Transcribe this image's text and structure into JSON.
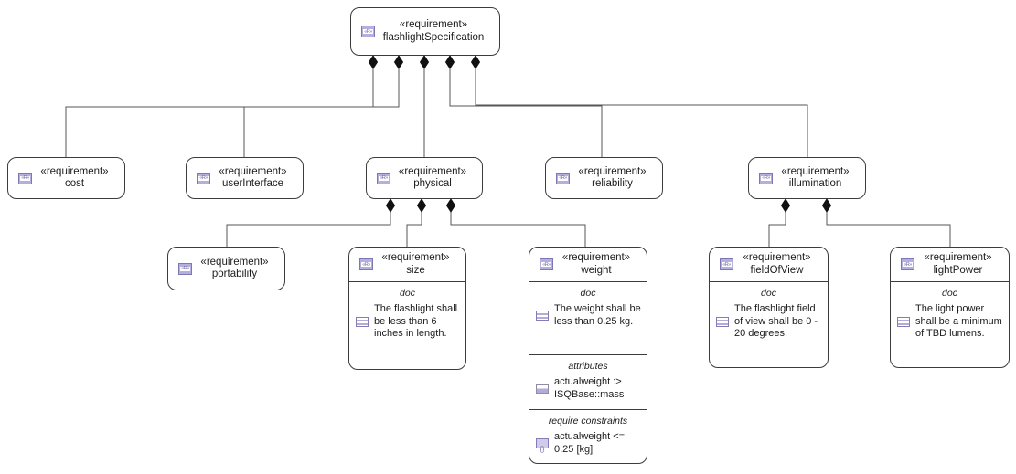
{
  "diagram": {
    "stereotype": "«requirement»",
    "icon_glyph": "«R»",
    "labels": {
      "doc": "doc",
      "attributes": "attributes",
      "require_constraints": "require constraints"
    },
    "colors": {
      "node_border": "#3c3c3c",
      "connector_line": "#555555",
      "diamond_fill": "#111111",
      "icon_purple_border": "#7e77b6",
      "icon_purple_fill": "#b5afdd"
    },
    "nodes": {
      "flashlightSpecification": {
        "name": "flashlightSpecification"
      },
      "cost": {
        "name": "cost"
      },
      "userInterface": {
        "name": "userInterface"
      },
      "physical": {
        "name": "physical"
      },
      "reliability": {
        "name": "reliability"
      },
      "illumination": {
        "name": "illumination"
      },
      "portability": {
        "name": "portability"
      },
      "size": {
        "name": "size",
        "doc": "The flashlight shall be less than 6 inches in length."
      },
      "weight": {
        "name": "weight",
        "doc": "The weight shall be less than 0.25 kg.",
        "attribute": "actualweight :> ISQBase::mass",
        "constraint": "actualweight <= 0.25 [kg]"
      },
      "fieldOfView": {
        "name": "fieldOfView",
        "doc": "The flashlight field of view shall be 0 - 20 degrees."
      },
      "lightPower": {
        "name": "lightPower",
        "doc": "The light power shall be a minimum of TBD lumens."
      }
    }
  }
}
